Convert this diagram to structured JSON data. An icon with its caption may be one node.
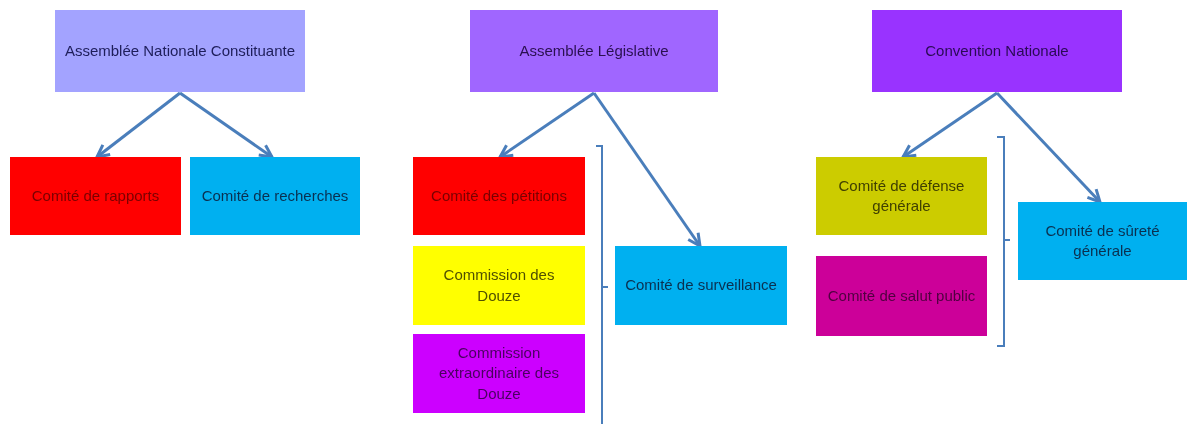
{
  "diagram": {
    "nodes": [
      {
        "text": [
          "Assemblée Nationale Constituante"
        ]
      },
      {
        "text": [
          "Comité de rapports"
        ]
      },
      {
        "text": [
          "Comité de recherches"
        ]
      },
      {
        "text": [
          "Assemblée Législative"
        ]
      },
      {
        "text": [
          "Comité des pétitions"
        ]
      },
      {
        "text": [
          "Commission des Douze"
        ]
      },
      {
        "text": [
          "Commission extraordinaire des Douze"
        ]
      },
      {
        "text": [
          "Comité de surveillance"
        ]
      },
      {
        "text": [
          "Convention Nationale"
        ]
      },
      {
        "text": [
          "Comité de défense générale"
        ]
      },
      {
        "text": [
          "Comité de salut public"
        ]
      },
      {
        "text": [
          "Comité de sûreté générale"
        ]
      }
    ],
    "edges": [
      {
        "from": 0,
        "to": 1,
        "arrow": "to"
      },
      {
        "from": 0,
        "to": 2,
        "arrow": "to"
      },
      {
        "from": 3,
        "to": 4,
        "arrow": "to"
      },
      {
        "from": 3,
        "to": 7,
        "arrow": "to"
      },
      {
        "from": 8,
        "to": 9,
        "arrow": "to"
      },
      {
        "from": 8,
        "to": 11,
        "arrow": "to"
      }
    ]
  }
}
